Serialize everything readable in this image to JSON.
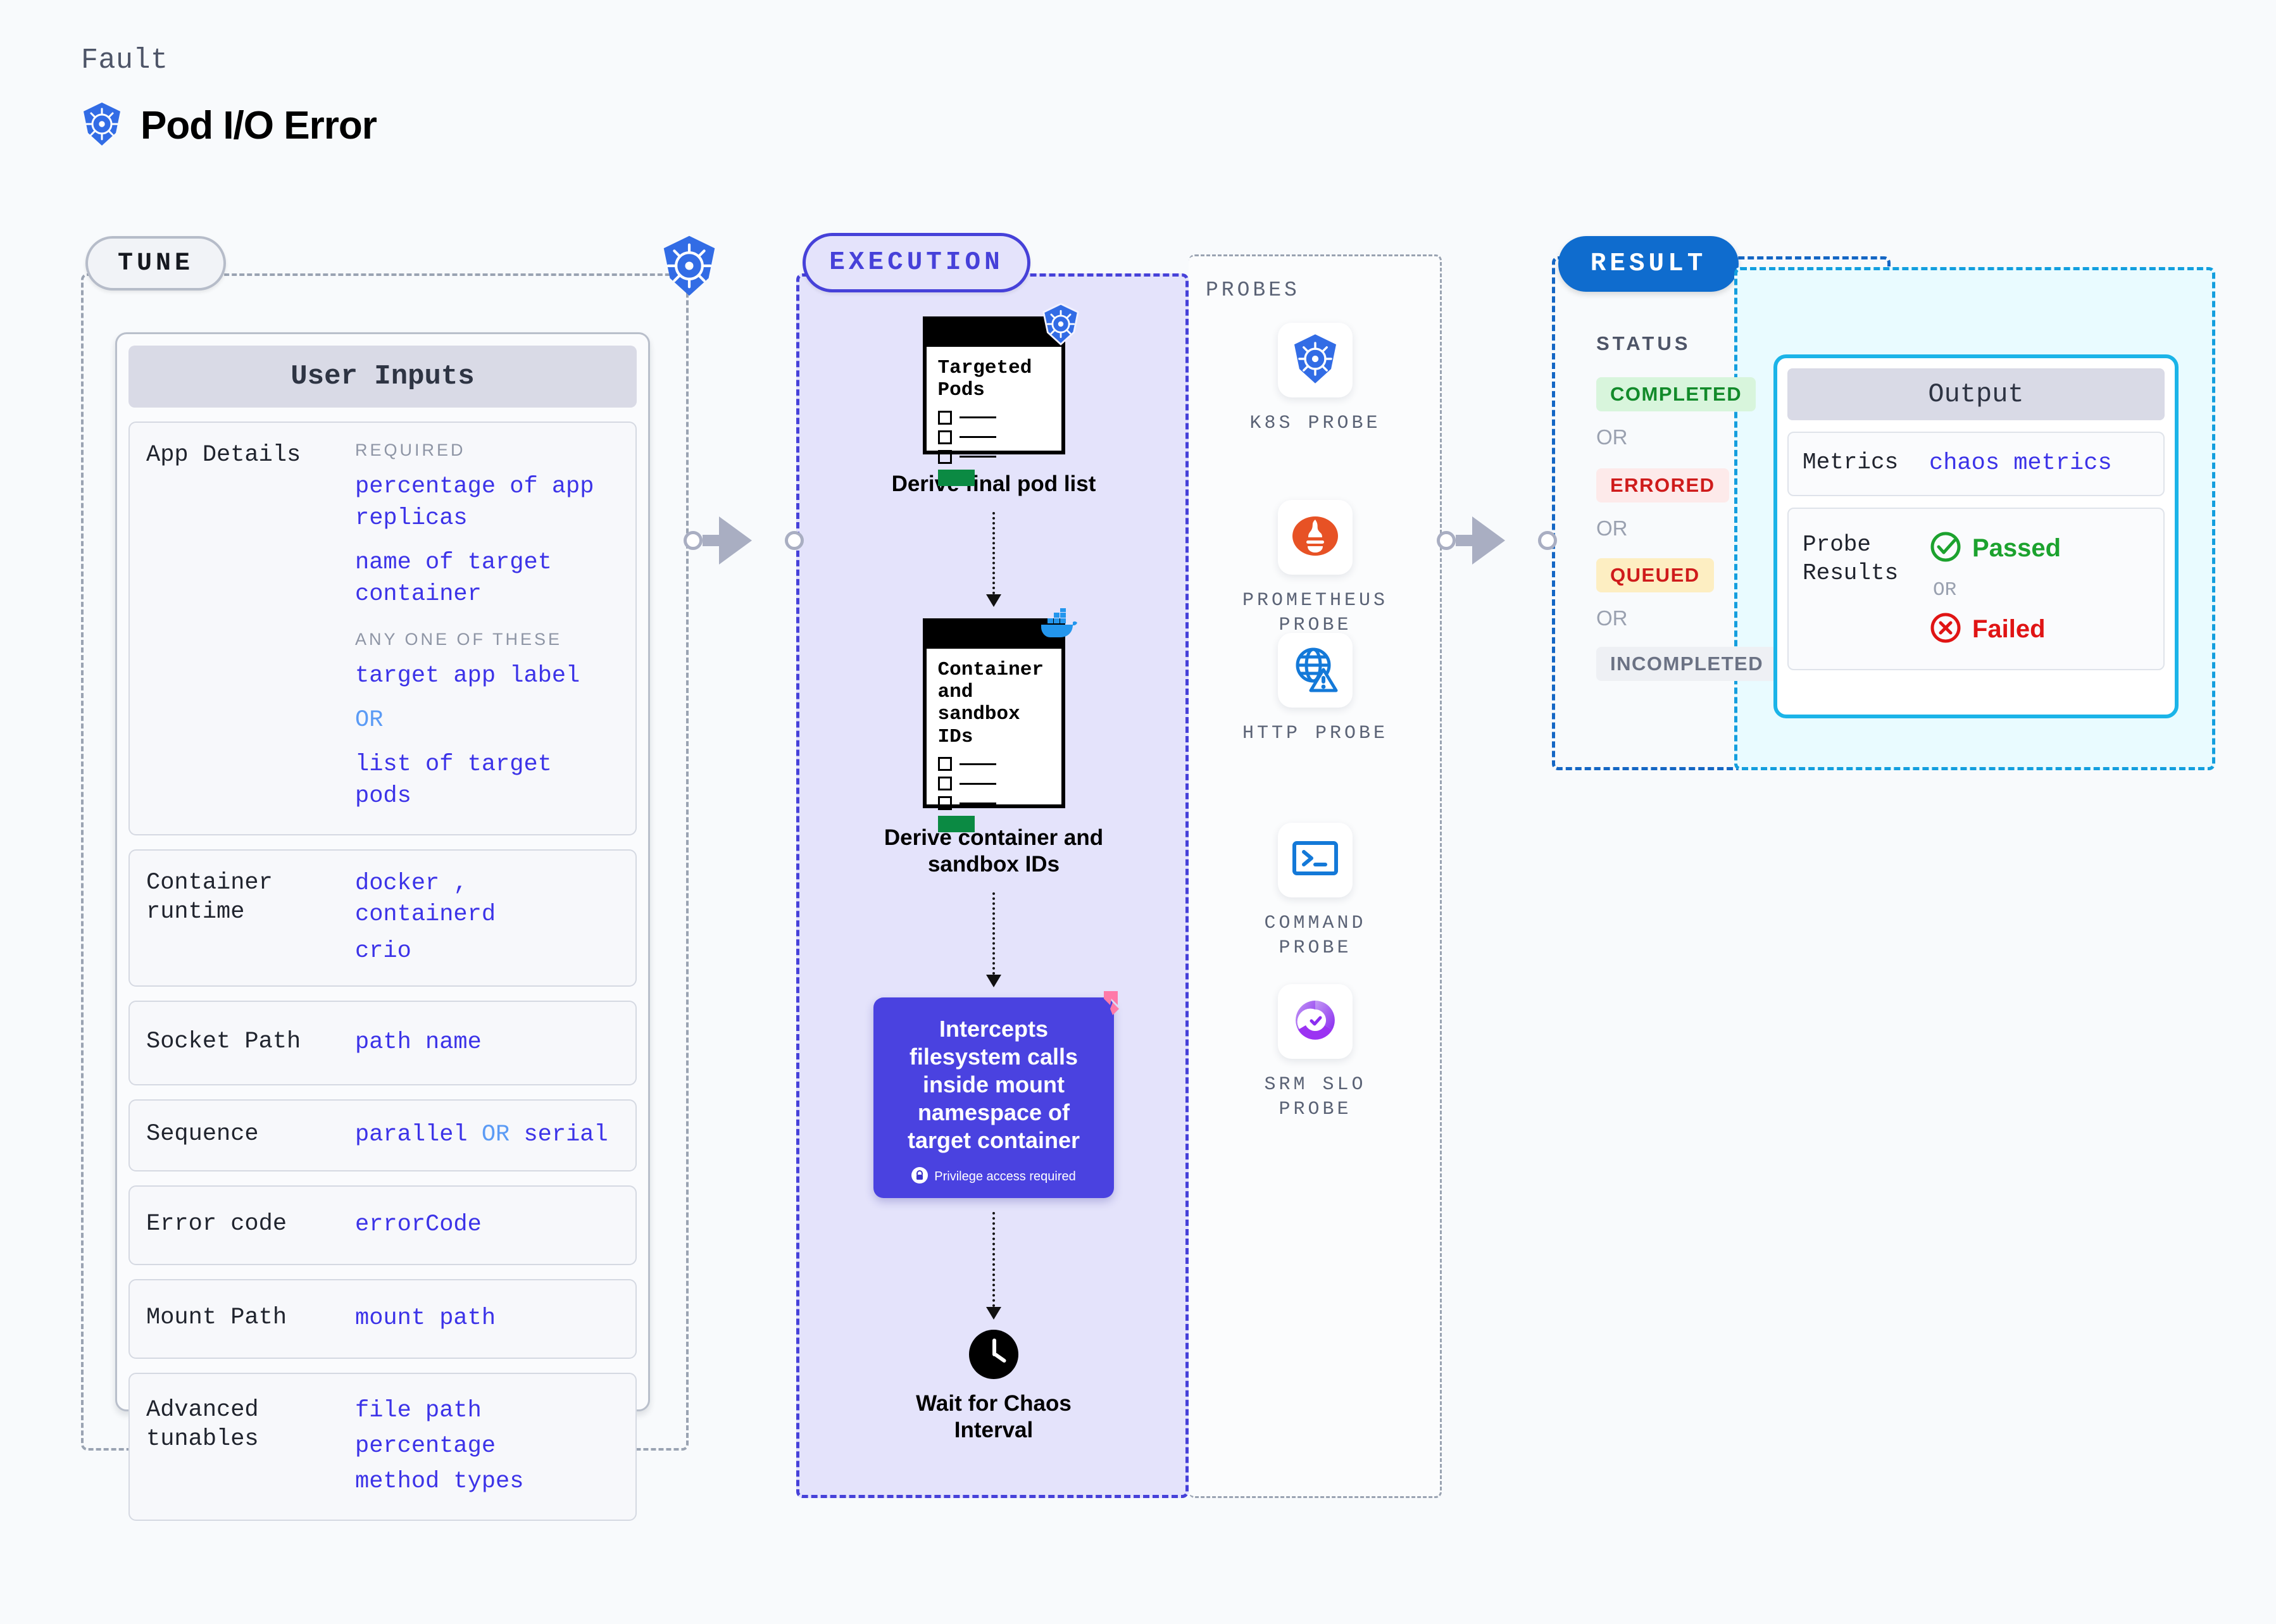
{
  "header": {
    "eyebrow": "Fault",
    "title": "Pod I/O Error",
    "icon": "kubernetes-icon"
  },
  "stages": {
    "tune": {
      "label": "TUNE"
    },
    "execution": {
      "label": "EXECUTION"
    },
    "probes": {
      "label": "PROBES"
    },
    "result": {
      "label": "RESULT"
    }
  },
  "tune": {
    "card_title": "User Inputs",
    "rows": [
      {
        "key": "App Details",
        "groups": [
          {
            "sub": "REQUIRED",
            "values": [
              "percentage of app replicas",
              "name of target container"
            ]
          },
          {
            "sub": "ANY ONE OF THESE",
            "values": [
              "target app label",
              "OR",
              "list of target pods"
            ]
          }
        ]
      },
      {
        "key": "Container runtime",
        "values": [
          "docker , containerd",
          "crio"
        ]
      },
      {
        "key": "Socket Path",
        "values": [
          "path name"
        ]
      },
      {
        "key": "Sequence",
        "values": [
          "parallel OR serial"
        ]
      },
      {
        "key": "Error code",
        "values": [
          "errorCode"
        ]
      },
      {
        "key": "Mount Path",
        "values": [
          "mount path"
        ]
      },
      {
        "key": "Advanced tunables",
        "values": [
          "file path",
          "percentage",
          "method types"
        ]
      }
    ]
  },
  "execution": {
    "steps": [
      {
        "card_title": "Targeted Pods",
        "caption": "Derive final pod list",
        "badge": "kubernetes-icon"
      },
      {
        "card_title": "Container and sandbox IDs",
        "caption": "Derive container and sandbox IDs",
        "badge": "docker-icon"
      }
    ],
    "action": {
      "text": "Intercepts filesystem calls inside mount namespace of target container",
      "note": "Privilege access required",
      "badge": "litmus-icon"
    },
    "wait": {
      "caption": "Wait for Chaos Interval",
      "icon": "clock-icon"
    }
  },
  "probes": [
    {
      "name": "K8S PROBE",
      "icon": "kubernetes-icon"
    },
    {
      "name": "PROMETHEUS PROBE",
      "icon": "prometheus-icon"
    },
    {
      "name": "HTTP PROBE",
      "icon": "globe-warning-icon"
    },
    {
      "name": "COMMAND PROBE",
      "icon": "terminal-icon"
    },
    {
      "name": "SRM SLO PROBE",
      "icon": "srm-slo-icon"
    }
  ],
  "result": {
    "status_label": "STATUS",
    "statuses": [
      {
        "label": "COMPLETED",
        "bg": "#d8f5dc",
        "fg": "#128a2a"
      },
      {
        "label": "ERRORED",
        "bg": "#fdeaea",
        "fg": "#cf1b1b"
      },
      {
        "label": "QUEUED",
        "bg": "#fdeec2",
        "fg": "#cf1b1b"
      },
      {
        "label": "INCOMPLETED",
        "bg": "#eef0f4",
        "fg": "#6b7284"
      }
    ],
    "or_label": "OR"
  },
  "output": {
    "card_title": "Output",
    "rows": [
      {
        "key": "Metrics",
        "value": "chaos metrics"
      },
      {
        "key": "Probe Results",
        "passed": "Passed",
        "or_label": "OR",
        "failed": "Failed"
      }
    ]
  },
  "colors": {
    "accent_purple": "#4641d9",
    "accent_blue": "#0f6cce",
    "accent_cyan": "#1bb4e8",
    "value_blue": "#3c33e8",
    "or_blue": "#5b9bf5",
    "background": "#f8fafc"
  }
}
